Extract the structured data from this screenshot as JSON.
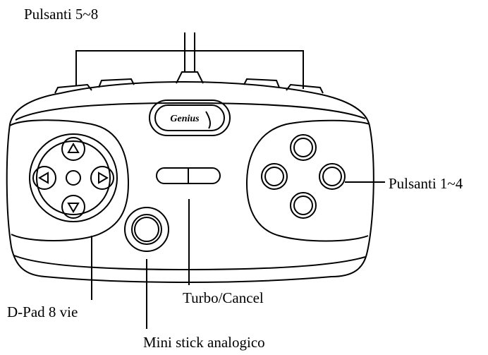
{
  "labels": {
    "buttons_5_8": "Pulsanti 5~8",
    "buttons_1_4": "Pulsanti 1~4",
    "dpad": "D-Pad 8 vie",
    "turbo_cancel": "Turbo/Cancel",
    "mini_stick": "Mini stick analogico"
  },
  "logo": "Genius"
}
